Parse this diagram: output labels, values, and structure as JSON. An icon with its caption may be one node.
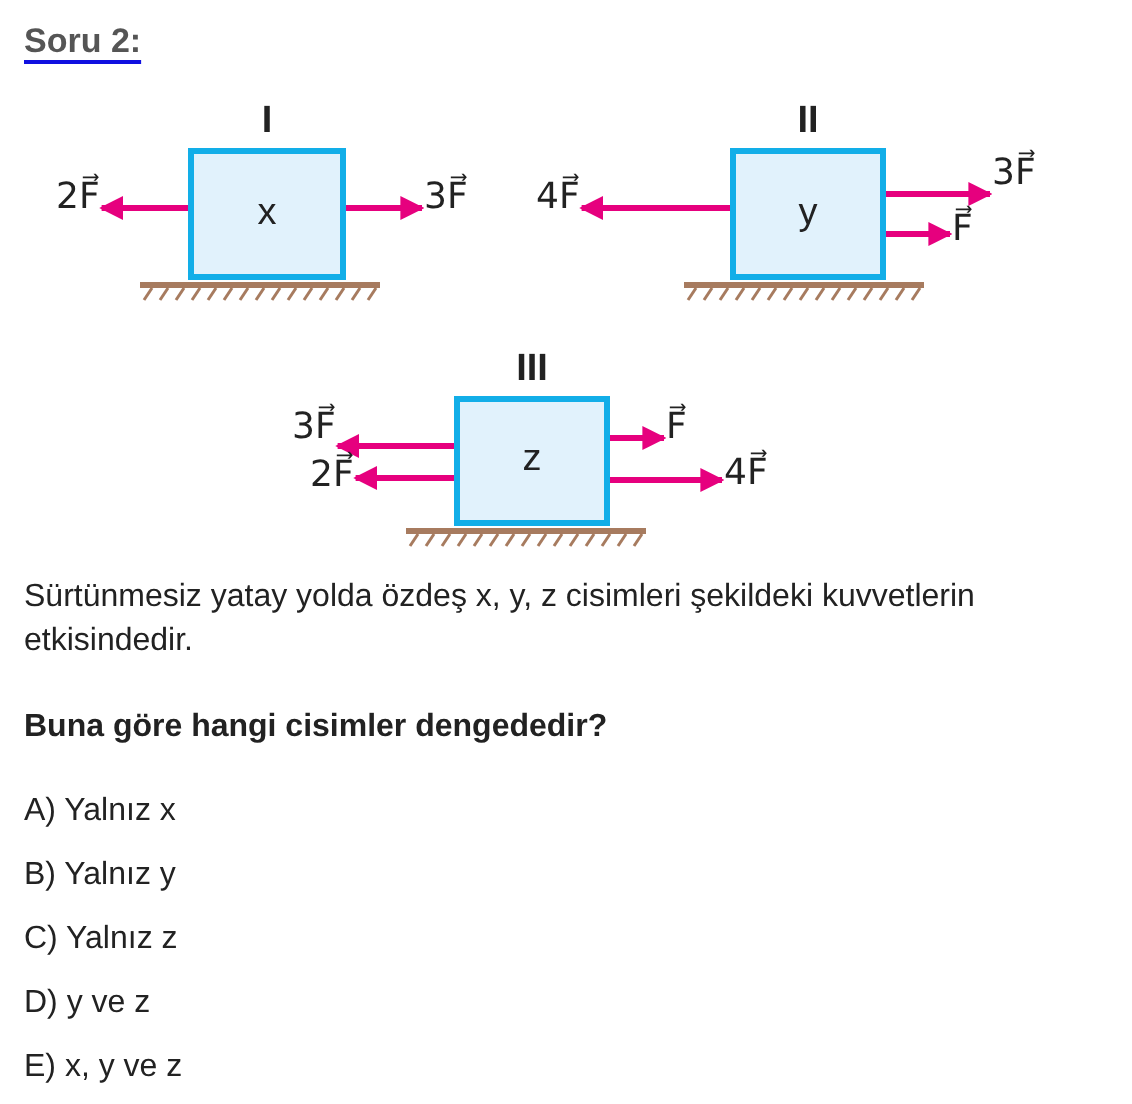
{
  "diagram": {
    "title": "Soru 2:",
    "nodes": [
      {
        "text": [
          "I",
          "x"
        ]
      },
      {
        "text": [
          "2F⃗"
        ]
      },
      {
        "text": [
          "3F⃗"
        ]
      },
      {
        "text": [
          "II",
          "y"
        ]
      },
      {
        "text": [
          "4F⃗"
        ]
      },
      {
        "text": [
          "3F⃗"
        ]
      },
      {
        "text": [
          "F⃗"
        ]
      },
      {
        "text": [
          "III",
          "z"
        ]
      },
      {
        "text": [
          "3F⃗"
        ]
      },
      {
        "text": [
          "2F⃗"
        ]
      },
      {
        "text": [
          "F⃗"
        ]
      },
      {
        "text": [
          "4F⃗"
        ]
      }
    ],
    "edges": [
      {
        "from": 0,
        "to": 1,
        "arrow": "to"
      },
      {
        "from": 0,
        "to": 2,
        "arrow": "to"
      },
      {
        "from": 3,
        "to": 4,
        "arrow": "to"
      },
      {
        "from": 3,
        "to": 5,
        "arrow": "to"
      },
      {
        "from": 3,
        "to": 6,
        "arrow": "to"
      },
      {
        "from": 7,
        "to": 8,
        "arrow": "to"
      },
      {
        "from": 7,
        "to": 9,
        "arrow": "to"
      },
      {
        "from": 7,
        "to": 10,
        "arrow": "to"
      },
      {
        "from": 7,
        "to": 11,
        "arrow": "to"
      }
    ],
    "labels": [
      "Sürtünmesiz yatay yolda özdeş x, y, z cisimleri şekildeki kuvvetlerin etkisindedir.",
      "Buna göre hangi cisimler dengededir?",
      "A) Yalnız x",
      "B) Yalnız y",
      "C) Yalnız z",
      "D) y ve z",
      "E) x, y ve z"
    ]
  }
}
